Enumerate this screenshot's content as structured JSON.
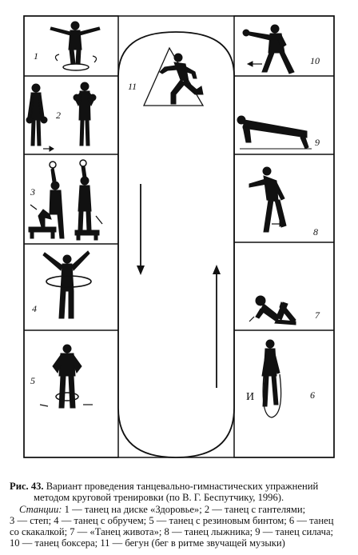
{
  "stations": {
    "s1": "1",
    "s2": "2",
    "s3": "3",
    "s4": "4",
    "s5": "5",
    "s6": "6",
    "s7": "7",
    "s8": "8",
    "s9": "9",
    "s10": "10",
    "s11": "11"
  },
  "jump_rope_mark": "И",
  "caption": {
    "label": "Рис. 43.",
    "title_1": "Вариант проведения танцевально-гимнастических упражнений",
    "title_2": "методом круговой тренировки (по В. Г. Беспутчику, 1996).",
    "stations_word": "Станции:",
    "line_1": "1 — танец на диске «Здоровье»; 2 — танец с гантелями;",
    "line_2": "3 — степ; 4 — танец с обручем; 5 — танец с резиновым бинтом; 6 — танец",
    "line_3": "со скакалкой; 7 — «Танец живота»; 8 — танец лыжника; 9 — танец силача;",
    "line_4": "10 — танец боксера; 11 — бегун (бег в ритме звучащей музыки)"
  }
}
